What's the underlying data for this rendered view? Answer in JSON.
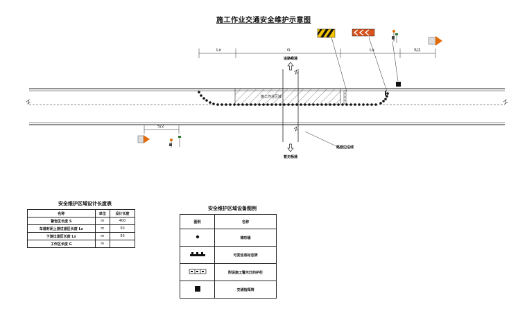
{
  "title": "施工作业交通安全维护示意图",
  "dimensions": {
    "lx_left": "Lx",
    "g": "G",
    "lx_right": "Lx",
    "s2_top": "S/2",
    "s2_bottom": "S/2"
  },
  "labels": {
    "upstream": "进路畅通",
    "work_zone": "施工作业区域",
    "downstream": "暂无畅通",
    "edge_note": "路面边沿线"
  },
  "colors": {
    "cone": "#111111",
    "sign_orange": "#e36c09",
    "barrier_yellow": "#f5c400",
    "arrow_orange": "#d9531e"
  },
  "length_table": {
    "title": "安全维护区域设计长度表",
    "headers": [
      "名称",
      "单位",
      "设计长度"
    ],
    "rows": [
      [
        "警告区长度 S",
        "m",
        "400"
      ],
      [
        "车道封闭上游过渡区长度 Ls",
        "m",
        "50"
      ],
      [
        "下游过渡区长度 Lx",
        "m",
        "50"
      ],
      [
        "工作区长度 G",
        "m",
        ""
      ]
    ]
  },
  "legend_table": {
    "title": "安全维护区域设备图例",
    "headers": [
      "图例",
      "名称"
    ],
    "rows": [
      {
        "icon": "cone-icon",
        "name": "锥形桶"
      },
      {
        "icon": "barrier-light-icon",
        "name": "可变信息标志牌"
      },
      {
        "icon": "fence-icon",
        "name": "附设施工警示灯的护栏"
      },
      {
        "icon": "block-icon",
        "name": "交通指挥牌"
      }
    ]
  }
}
